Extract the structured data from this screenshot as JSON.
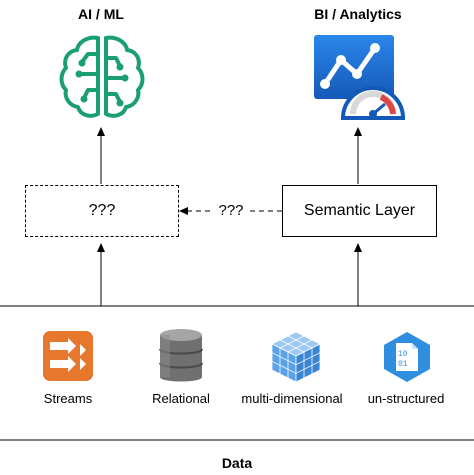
{
  "top": {
    "ai_title": "AI / ML",
    "bi_title": "BI / Analytics"
  },
  "middle": {
    "unknown_box_label": "???",
    "arrow_label": "???",
    "semantic_layer_label": "Semantic Layer"
  },
  "sources": [
    {
      "label": "Streams",
      "icon": "streams-icon"
    },
    {
      "label": "Relational",
      "icon": "database-icon"
    },
    {
      "label": "multi-dimensional",
      "icon": "cube-icon"
    },
    {
      "label": "un-structured",
      "icon": "binary-file-icon"
    }
  ],
  "footer": {
    "data_label": "Data"
  },
  "colors": {
    "ai_icon": "#1a9e74",
    "bi_icon": "#1f6fd6",
    "streams": "#e8772e",
    "database": "#6d6d6d",
    "cube": "#5aa2e8",
    "unstructured": "#2f8ee0"
  }
}
